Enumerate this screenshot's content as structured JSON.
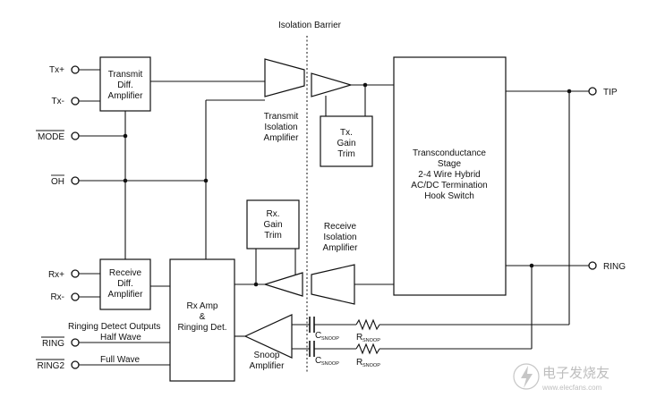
{
  "diagram": {
    "isolation_barrier": "Isolation Barrier",
    "pins": {
      "tx_plus": "Tx+",
      "tx_minus": "Tx-",
      "mode": "MODE",
      "oh": "OH",
      "rx_plus": "Rx+",
      "rx_minus": "Rx-",
      "ring_out": "RING",
      "ring2": "RING2",
      "tip": "TIP",
      "ring": "RING"
    },
    "blocks": {
      "transmit_diff": [
        "Transmit",
        "Diff.",
        "Amplifier"
      ],
      "receive_diff": [
        "Receive",
        "Diff.",
        "Amplifier"
      ],
      "rx_amp": [
        "Rx Amp",
        "&",
        "Ringing Det."
      ],
      "rx_gain_trim": [
        "Rx.",
        "Gain",
        "Trim"
      ],
      "tx_gain_trim": [
        "Tx.",
        "Gain",
        "Trim"
      ],
      "transconductance": [
        "Transconductance",
        "Stage",
        "2-4 Wire Hybrid",
        "AC/DC Termination",
        "Hook Switch"
      ]
    },
    "labels": {
      "transmit_isolation": [
        "Transmit",
        "Isolation",
        "Amplifier"
      ],
      "receive_isolation": [
        "Receive",
        "Isolation",
        "Amplifier"
      ],
      "snoop_amp": [
        "Snoop",
        "Amplifier"
      ],
      "ringing_detect_outputs": "Ringing Detect Outputs",
      "half_wave": "Half Wave",
      "full_wave": "Full Wave"
    },
    "components": {
      "c_snoop_1": "C",
      "c_snoop_1_sub": "SNOOP",
      "r_snoop_1": "R",
      "r_snoop_1_sub": "SNOOP",
      "c_snoop_2": "C",
      "c_snoop_2_sub": "SNOOP",
      "r_snoop_2": "R",
      "r_snoop_2_sub": "SNOOP"
    },
    "watermark": {
      "cn": "电子发烧友",
      "url": "www.elecfans.com"
    }
  }
}
